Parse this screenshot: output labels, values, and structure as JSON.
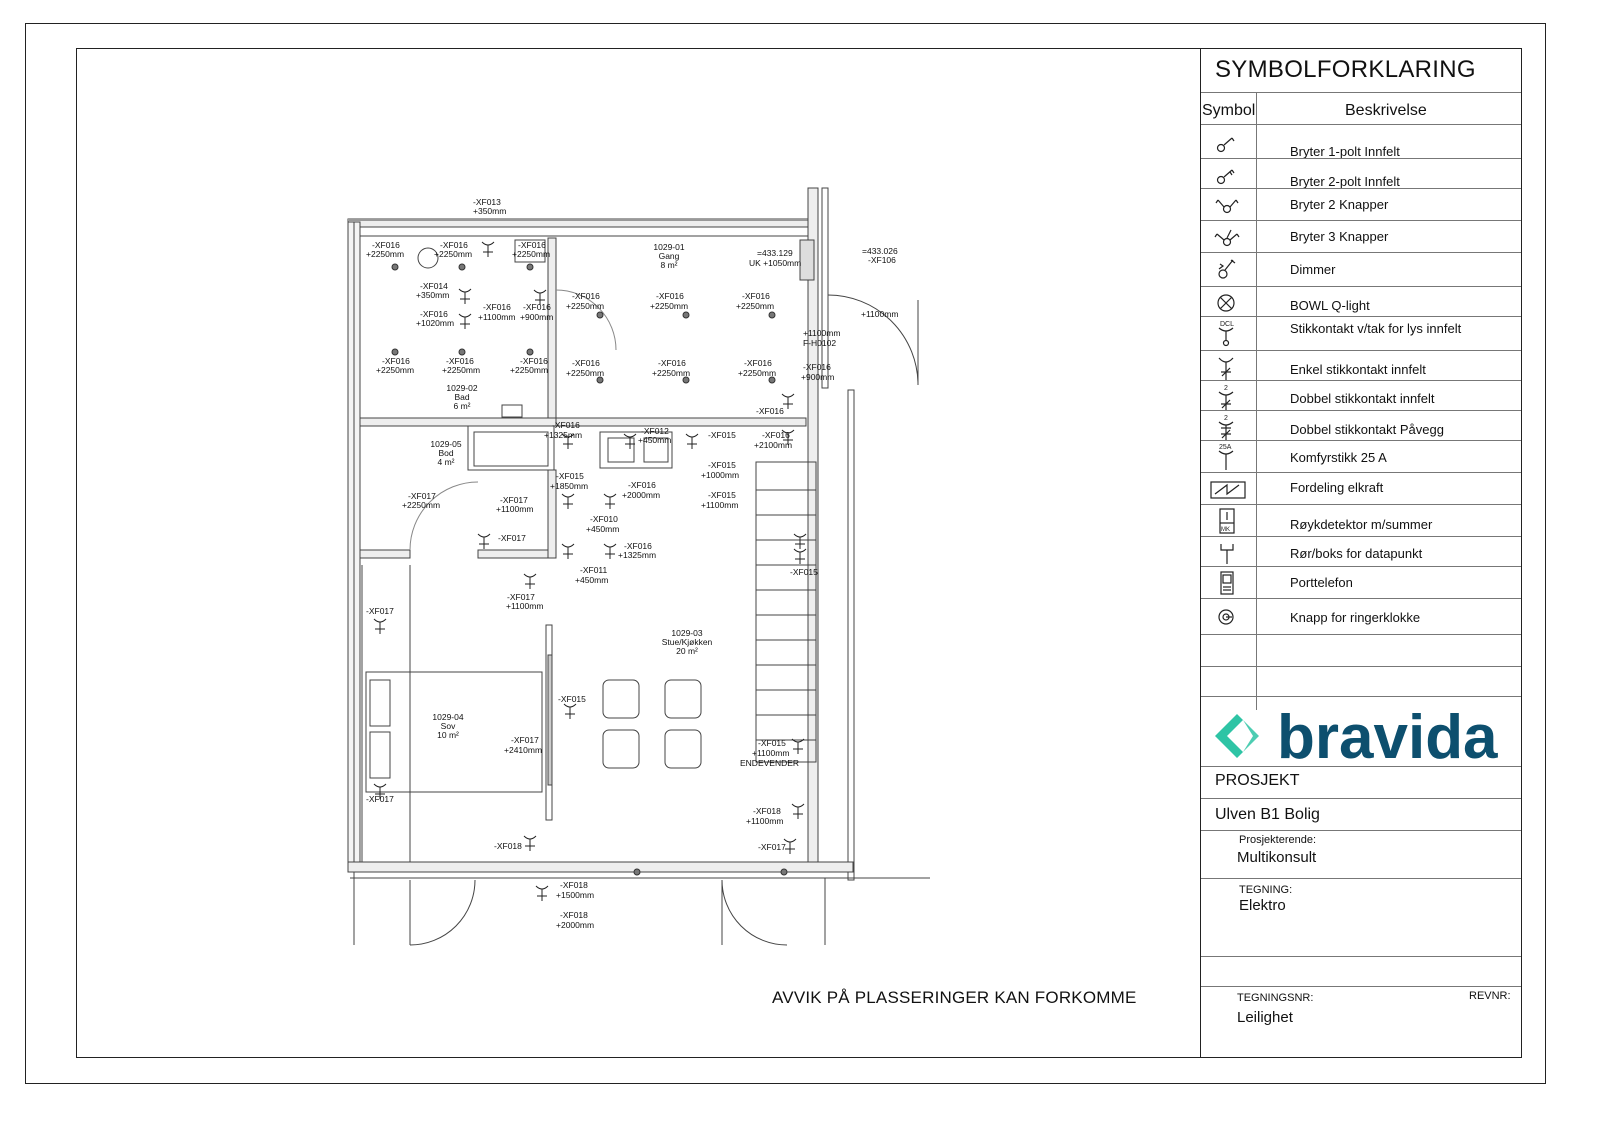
{
  "legend": {
    "title": "SYMBOLFORKLARING",
    "col_symbol": "Symbol",
    "col_desc": "Beskrivelse",
    "items": [
      {
        "icon": "switch-1pole-icon",
        "desc": "Bryter 1-polt Innfelt"
      },
      {
        "icon": "switch-2pole-icon",
        "desc": "Bryter 2-polt Innfelt"
      },
      {
        "icon": "switch-2button-icon",
        "desc": "Bryter 2 Knapper"
      },
      {
        "icon": "switch-3button-icon",
        "desc": "Bryter 3 Knapper"
      },
      {
        "icon": "dimmer-icon",
        "desc": "Dimmer"
      },
      {
        "icon": "bowl-light-icon",
        "desc": "BOWL Q-light"
      },
      {
        "icon": "ceiling-outlet-icon",
        "desc": "Stikkontakt v/tak for lys innfelt",
        "symbol_text": "DCL"
      },
      {
        "icon": "single-socket-icon",
        "desc": "Enkel stikkontakt innfelt"
      },
      {
        "icon": "double-socket-flush-icon",
        "desc": "Dobbel stikkontakt innfelt",
        "symbol_text": "2"
      },
      {
        "icon": "double-socket-surface-icon",
        "desc": "Dobbel stikkontakt Påvegg",
        "symbol_text": "2"
      },
      {
        "icon": "cooker-socket-icon",
        "desc": "Komfyrstikk 25 A",
        "symbol_text": "25A"
      },
      {
        "icon": "distribution-board-icon",
        "desc": "Fordeling elkraft"
      },
      {
        "icon": "smoke-detector-icon",
        "desc": "Røykdetektor m/summer",
        "symbol_text": "MK"
      },
      {
        "icon": "data-point-icon",
        "desc": "Rør/boks for datapunkt"
      },
      {
        "icon": "door-phone-icon",
        "desc": "Porttelefon"
      },
      {
        "icon": "doorbell-button-icon",
        "desc": "Knapp for ringerklokke"
      }
    ]
  },
  "logo": {
    "text": "bravida",
    "brand_color": "#0d4f6e",
    "accent_color": "#2ec4a5"
  },
  "title_block": {
    "project_label": "PROSJEKT",
    "project_name": "Ulven B1 Bolig",
    "designer_label": "Prosjekterende:",
    "designer": "Multikonsult",
    "drawing_label": "TEGNING:",
    "drawing": "Elektro",
    "drawing_no_label": "TEGNINGSNR:",
    "rev_label": "REVNR:",
    "drawing_no": "Leilighet"
  },
  "note": "AVVIK PÅ PLASSERINGER KAN FORKOMME",
  "rooms": [
    {
      "id": "1029-01",
      "name": "Gang",
      "area": "8 m²"
    },
    {
      "id": "1029-02",
      "name": "Bad",
      "area": "6 m²"
    },
    {
      "id": "1029-05",
      "name": "Bod",
      "area": "4 m²"
    },
    {
      "id": "1029-03",
      "name": "Stue/Kjøkken",
      "area": "20 m²"
    },
    {
      "id": "1029-04",
      "name": "Sov",
      "area": "10 m²"
    }
  ],
  "labels": [
    {
      "t": "-XF013"
    },
    {
      "t": "+350mm"
    },
    {
      "t": "-XF016"
    },
    {
      "t": "+2250mm"
    },
    {
      "t": "-XF016"
    },
    {
      "t": "+2250mm"
    },
    {
      "t": "-XF016"
    },
    {
      "t": "+2250mm"
    },
    {
      "t": "-XF014"
    },
    {
      "t": "+350mm"
    },
    {
      "t": "-XF016"
    },
    {
      "t": "+1020mm"
    },
    {
      "t": "-XF016"
    },
    {
      "t": "+1100mm"
    },
    {
      "t": "-XF016"
    },
    {
      "t": "+900mm"
    },
    {
      "t": "-XF016"
    },
    {
      "t": "+2250mm"
    },
    {
      "t": "-XF016"
    },
    {
      "t": "+2250mm"
    },
    {
      "t": "-XF016"
    },
    {
      "t": "+2250mm"
    },
    {
      "t": "=433.129"
    },
    {
      "t": "UK +1050mm"
    },
    {
      "t": "=433.026"
    },
    {
      "t": "-XF106"
    },
    {
      "t": "+1100mm"
    },
    {
      "t": "+1100mm"
    },
    {
      "t": "F-H0102"
    },
    {
      "t": "-XF016"
    },
    {
      "t": "+2250mm"
    },
    {
      "t": "-XF016"
    },
    {
      "t": "+2250mm"
    },
    {
      "t": "-XF016"
    },
    {
      "t": "+2250mm"
    },
    {
      "t": "-XF016"
    },
    {
      "t": "+2250mm"
    },
    {
      "t": "-XF016"
    },
    {
      "t": "+2250mm"
    },
    {
      "t": "-XF016"
    },
    {
      "t": "+2250mm"
    },
    {
      "t": "-XF016"
    },
    {
      "t": "+900mm"
    },
    {
      "t": "-XF016"
    },
    {
      "t": "-XF016"
    },
    {
      "t": "+1325mm"
    },
    {
      "t": "-XF012"
    },
    {
      "t": "+450mm"
    },
    {
      "t": "-XF015"
    },
    {
      "t": "-XF016"
    },
    {
      "t": "+2100mm"
    },
    {
      "t": "-XF015"
    },
    {
      "t": "+1850mm"
    },
    {
      "t": "-XF016"
    },
    {
      "t": "+2000mm"
    },
    {
      "t": "-XF015"
    },
    {
      "t": "+1000mm"
    },
    {
      "t": "-XF015"
    },
    {
      "t": "+1100mm"
    },
    {
      "t": "-XF017"
    },
    {
      "t": "+2250mm"
    },
    {
      "t": "-XF017"
    },
    {
      "t": "+1100mm"
    },
    {
      "t": "-XF010"
    },
    {
      "t": "+450mm"
    },
    {
      "t": "-XF017"
    },
    {
      "t": "-XF016"
    },
    {
      "t": "+1325mm"
    },
    {
      "t": "-XF011"
    },
    {
      "t": "+450mm"
    },
    {
      "t": "-XF015"
    },
    {
      "t": "-XF017"
    },
    {
      "t": "+1100mm"
    },
    {
      "t": "-XF017"
    },
    {
      "t": "-XF015"
    },
    {
      "t": "-XF017"
    },
    {
      "t": "+2410mm"
    },
    {
      "t": "-XF015"
    },
    {
      "t": "+1100mm"
    },
    {
      "t": "ENDEVENDER"
    },
    {
      "t": "-XF017"
    },
    {
      "t": "-XF018"
    },
    {
      "t": "+1100mm"
    },
    {
      "t": "-XF017"
    },
    {
      "t": "-XF018"
    },
    {
      "t": "-XF018"
    },
    {
      "t": "+1500mm"
    },
    {
      "t": "-XF018"
    },
    {
      "t": "+2000mm"
    }
  ]
}
